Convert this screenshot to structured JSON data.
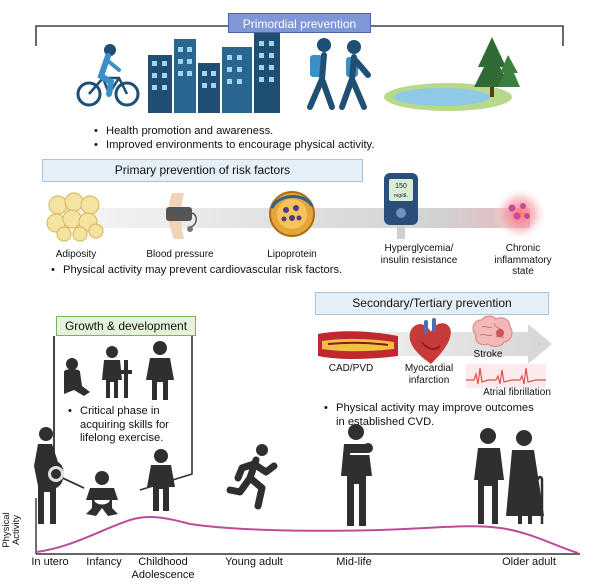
{
  "primordial": {
    "title": "Primordial prevention",
    "bullets": [
      "Health promotion and awareness.",
      "Improved environments to encourage physical activity."
    ]
  },
  "primary": {
    "title": "Primary prevention of risk factors",
    "items": [
      {
        "label": "Adiposity"
      },
      {
        "label": "Blood pressure"
      },
      {
        "label": "Lipoprotein"
      },
      {
        "label": "Hyperglycemia/\ninsulin resistance"
      },
      {
        "label": "Chronic\ninflammatory\nstate"
      }
    ],
    "glucometer_text": "150\nmg/dL",
    "bullet": "Physical activity may prevent cardiovascular risk factors."
  },
  "secondary": {
    "title": "Secondary/Tertiary prevention",
    "items": [
      {
        "label": "CAD/PVD"
      },
      {
        "label": "Myocardial\ninfarction"
      },
      {
        "label": "Stroke"
      },
      {
        "label": "Atrial fibrillation"
      }
    ],
    "bullet": "Physical activity may improve outcomes in established CVD."
  },
  "growth": {
    "title": "Growth & development",
    "bullet": "Critical phase in acquiring skills for lifelong exercise."
  },
  "lifespan": {
    "ylabel": "Physical\nActivity",
    "stages": [
      {
        "label": "In utero"
      },
      {
        "label": "Infancy"
      },
      {
        "label": "Childhood\nAdolescence"
      },
      {
        "label": "Young adult"
      },
      {
        "label": "Mid-life"
      },
      {
        "label": "Older adult"
      }
    ]
  },
  "colors": {
    "box_blue_fill": "#7f97d6",
    "box_blue_border": "#4d64a8",
    "box_light_fill": "#e4eff8",
    "box_light_border": "#a9c2db",
    "box_green_fill": "#e6f2dc",
    "box_green_border": "#7ab357",
    "curve": "#c04a9a",
    "figure": "#2f2f2f",
    "building": "#1f4f73",
    "artery": "#c0282d",
    "plaque": "#f0c241"
  },
  "icons": [
    "cyclist-icon",
    "city-buildings-icon",
    "hikers-icon",
    "lake-trees-icon",
    "fat-cells-icon",
    "blood-pressure-cuff-icon",
    "lipoprotein-icon",
    "glucometer-icon",
    "inflammation-icon",
    "artery-plaque-icon",
    "heart-icon",
    "brain-icon",
    "ecg-icon",
    "pregnant-woman-icon",
    "baby-icon",
    "child-icon",
    "runner-icon",
    "parent-with-child-icon",
    "elderly-couple-icon"
  ]
}
